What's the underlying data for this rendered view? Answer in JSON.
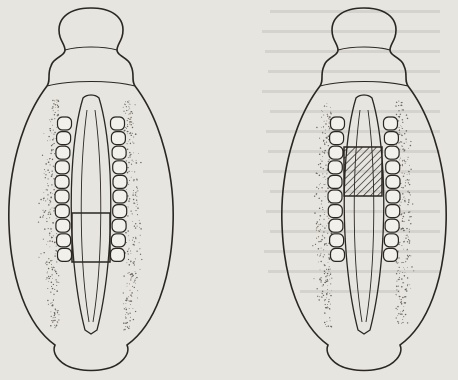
{
  "figure": {
    "panels": [
      {
        "id": "left",
        "somite_pairs": 10,
        "marked_region": "outlined"
      },
      {
        "id": "right",
        "somite_pairs": 10,
        "marked_region": "hatched"
      }
    ],
    "colors": {
      "paper": "#e7e5df",
      "ink": "#2a2723",
      "stipple": "#6b6660"
    }
  }
}
